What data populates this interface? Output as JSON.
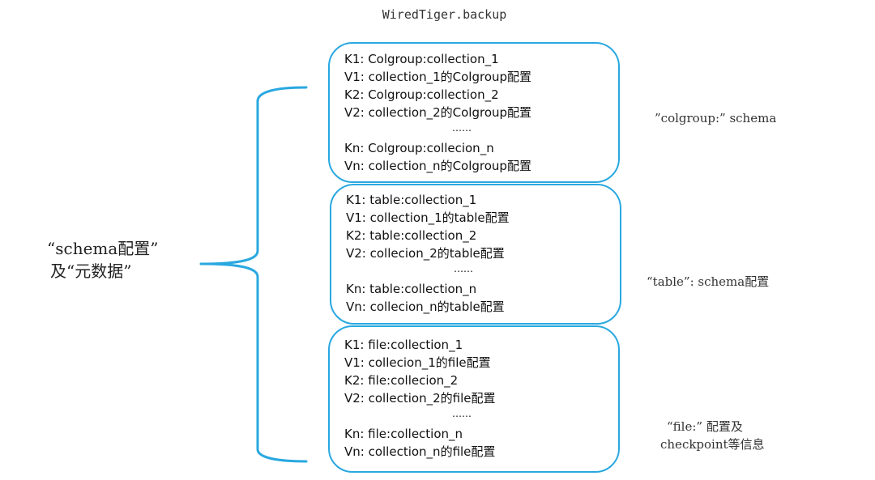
{
  "title": "WiredTiger.backup",
  "left_label": {
    "line1": "“schema配置”",
    "line2": "及“元数据”"
  },
  "colors": {
    "box_border": "#29a8e0",
    "brace": "#29a8e0"
  },
  "boxes": [
    {
      "lines": [
        "K1: Colgroup:collection_1",
        "V1: collection_1的Colgroup配置",
        "K2: Colgroup:collection_2",
        "V2: collection_2的Colgroup配置",
        "……",
        "Kn: Colgroup:collecion_n",
        "Vn: collection_n的Colgroup配置"
      ],
      "note": "”colgroup:” schema"
    },
    {
      "lines": [
        "K1: table:collection_1",
        "V1: collection_1的table配置",
        "K2: table:collection_2",
        "V2: collecion_2的table配置",
        "……",
        "Kn: table:collection_n",
        "Vn: collecion_n的table配置"
      ],
      "note": "“table”: schema配置"
    },
    {
      "lines": [
        "K1: file:collection_1",
        "V1: collecion_1的file配置",
        "K2: file:collecion_2",
        "V2: collection_2的file配置",
        "……",
        "Kn: file:collection_n",
        "Vn: collection_n的file配置"
      ],
      "note_line1": "“file:” 配置及",
      "note_line2": "checkpoint等信息"
    }
  ]
}
